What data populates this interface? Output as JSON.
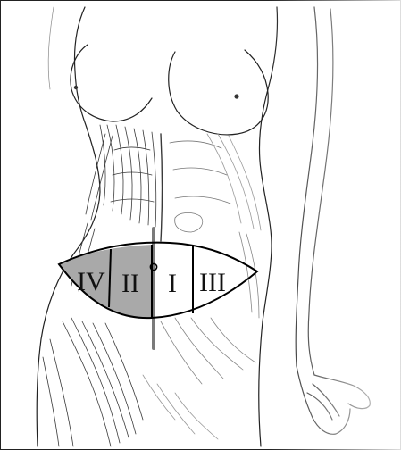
{
  "zones": [
    {
      "id": "IV",
      "label": "IV",
      "shaded": true
    },
    {
      "id": "II",
      "label": "II",
      "shaded": true
    },
    {
      "id": "I",
      "label": "I",
      "shaded": false
    },
    {
      "id": "III",
      "label": "III",
      "shaded": false
    }
  ],
  "colors": {
    "shaded_zone": "#a9a9a9",
    "zone_outline": "#000000",
    "umbilicus_marker": "#000000",
    "midline_incision": "#7a7a7a",
    "border": "#222222",
    "background": "#ffffff"
  }
}
